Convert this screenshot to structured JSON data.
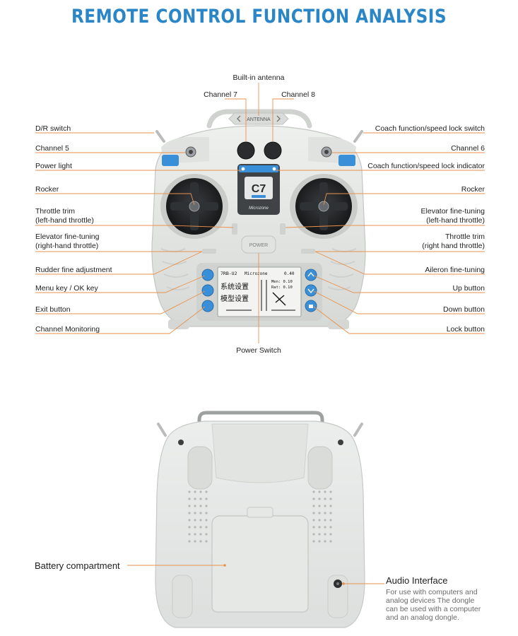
{
  "title": "REMOTE CONTROL FUNCTION ANALYSIS",
  "colors": {
    "title": "#2a86c6",
    "leader": "#e9924d",
    "body": "#e3e5e3",
    "body_shade": "#c9ccca",
    "accent_blue": "#3a8fd9"
  },
  "front": {
    "top_labels": {
      "antenna": "Built-in antenna",
      "channel7": "Channel 7",
      "channel8": "Channel 8",
      "power_switch": "Power Switch"
    },
    "left_labels": {
      "dr_switch": "D/R switch",
      "channel5": "Channel 5",
      "power_light": "Power light",
      "rocker": "Rocker",
      "throttle_trim_1": "Throttle trim",
      "throttle_trim_2": "(left-hand throttle)",
      "elevator_fine_1": "Elevator fine-tuning",
      "elevator_fine_2": "(right-hand throttle)",
      "rudder_fine": "Rudder fine adjustment",
      "menu_ok": "Menu key / OK key",
      "exit": "Exit button",
      "channel_monitoring": "Channel Monitoring"
    },
    "right_labels": {
      "coach_switch": "Coach function/speed lock switch",
      "channel6": "Channel 6",
      "coach_indicator": "Coach function/speed lock indicator",
      "rocker": "Rocker",
      "elevator_fine_1": "Elevator fine-tuning",
      "elevator_fine_2": "(left-hand throttle)",
      "throttle_trim_1": "Throttle trim",
      "throttle_trim_2": "(right hand throttle)",
      "aileron_fine": "Aileron fine-tuning",
      "up": "Up button",
      "down": "Down button",
      "lock": "Lock button"
    },
    "device": {
      "antenna_plate": "ANTENNA",
      "model": "C7",
      "brand": "Microzone",
      "power_key": "POWER",
      "lcd": {
        "row1_left": "7RB-U2",
        "row1_mid": "Microzone",
        "row1_right": "0.40",
        "menu1": "系统设置",
        "menu2": "模型设置",
        "stat1": "Men: 0.10",
        "stat2": "Rat: 0.10"
      }
    }
  },
  "back": {
    "battery": "Battery compartment",
    "audio_title": "Audio Interface",
    "audio_note_1": "For use with computers and",
    "audio_note_2": "analog devices The dongle",
    "audio_note_3": "can be used with a computer",
    "audio_note_4": "and an analog dongle."
  }
}
